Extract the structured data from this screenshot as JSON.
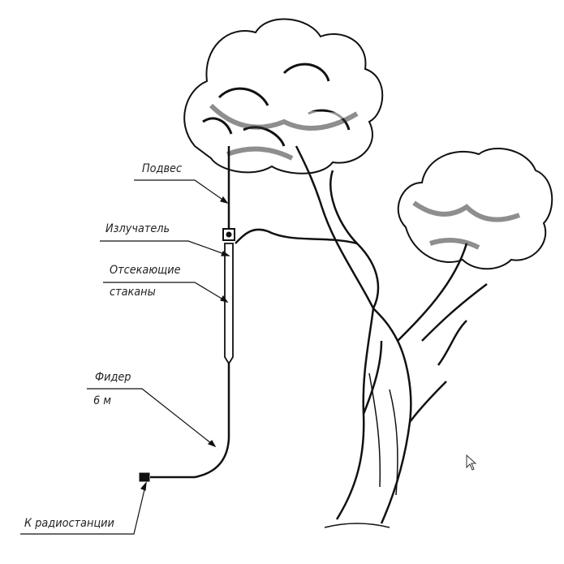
{
  "labels": {
    "suspension": "Подвес",
    "radiator": "Излучатель",
    "cutoff_line1": "Отсекающие",
    "cutoff_line2": "стаканы",
    "feeder": "Фидер",
    "feeder_length": "6 м",
    "to_radio": "К радиостанции"
  }
}
